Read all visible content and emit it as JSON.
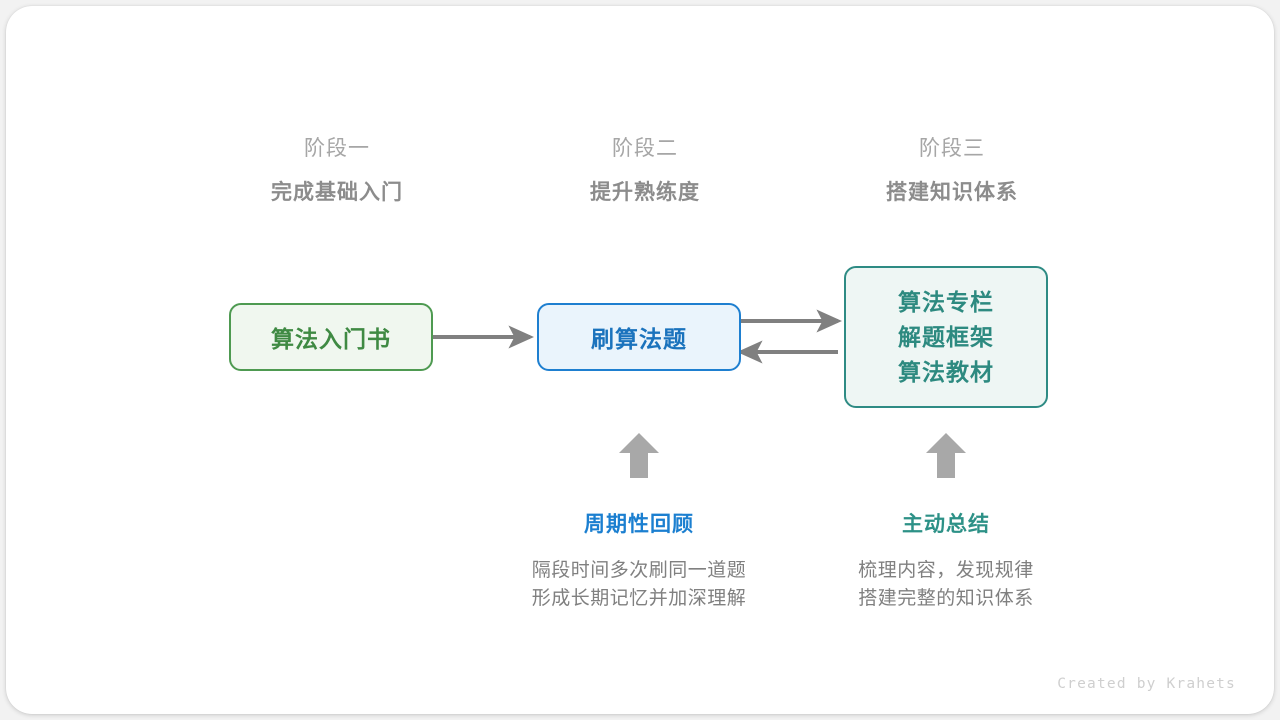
{
  "diagram": {
    "type": "flow",
    "stages": [
      {
        "label": "阶段一",
        "title": "完成基础入门"
      },
      {
        "label": "阶段二",
        "title": "提升熟练度"
      },
      {
        "label": "阶段三",
        "title": "搭建知识体系"
      }
    ],
    "nodes": [
      {
        "id": "intro-book",
        "text": "算法入门书",
        "color": "#3f8a43",
        "border": "#4e9a51",
        "fill": "#f0f7ef"
      },
      {
        "id": "practice",
        "text": "刷算法题",
        "color": "#1b73bd",
        "border": "#1e7fd0",
        "fill": "#eaf4fc"
      },
      {
        "id": "resources",
        "lines": [
          "算法专栏",
          "解题框架",
          "算法教材"
        ],
        "color": "#2d8a80",
        "border": "#2e8b84",
        "fill": "#eef6f4"
      }
    ],
    "edges": [
      {
        "from": "intro-book",
        "to": "practice",
        "direction": "right"
      },
      {
        "from": "practice",
        "to": "resources",
        "direction": "right"
      },
      {
        "from": "resources",
        "to": "practice",
        "direction": "left"
      },
      {
        "from": "review-annotation",
        "to": "practice",
        "direction": "up"
      },
      {
        "from": "summary-annotation",
        "to": "resources",
        "direction": "up"
      }
    ],
    "annotations": [
      {
        "id": "review",
        "title": "周期性回顾",
        "color": "#1b7fd0",
        "desc_lines": [
          "隔段时间多次刷同一道题",
          "形成长期记忆并加深理解"
        ]
      },
      {
        "id": "summary",
        "title": "主动总结",
        "color": "#2d9187",
        "desc_lines": [
          "梳理内容，发现规律",
          "搭建完整的知识体系"
        ]
      }
    ],
    "arrow_color": "#808080",
    "watermark": "Created by Krahets"
  }
}
